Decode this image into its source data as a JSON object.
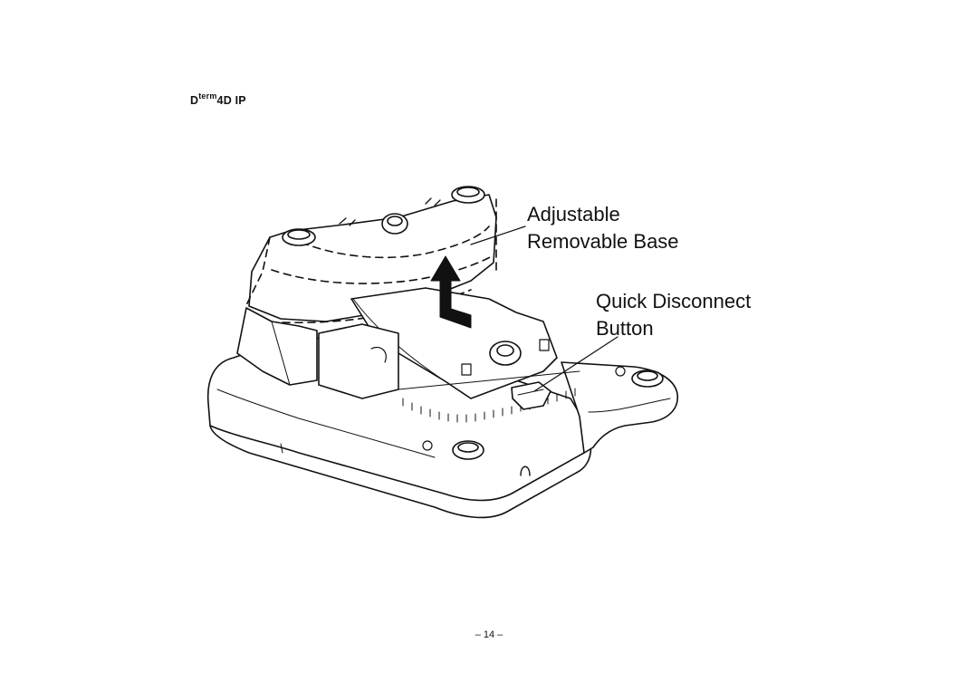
{
  "header": {
    "brand_main": "D",
    "brand_sup": "term",
    "brand_rest": "4D IP"
  },
  "callouts": {
    "adjustable_base": [
      "Adjustable",
      "Removable Base"
    ],
    "quick_disconnect": [
      "Quick Disconnect",
      "Button"
    ]
  },
  "page_number": "– 14 –"
}
